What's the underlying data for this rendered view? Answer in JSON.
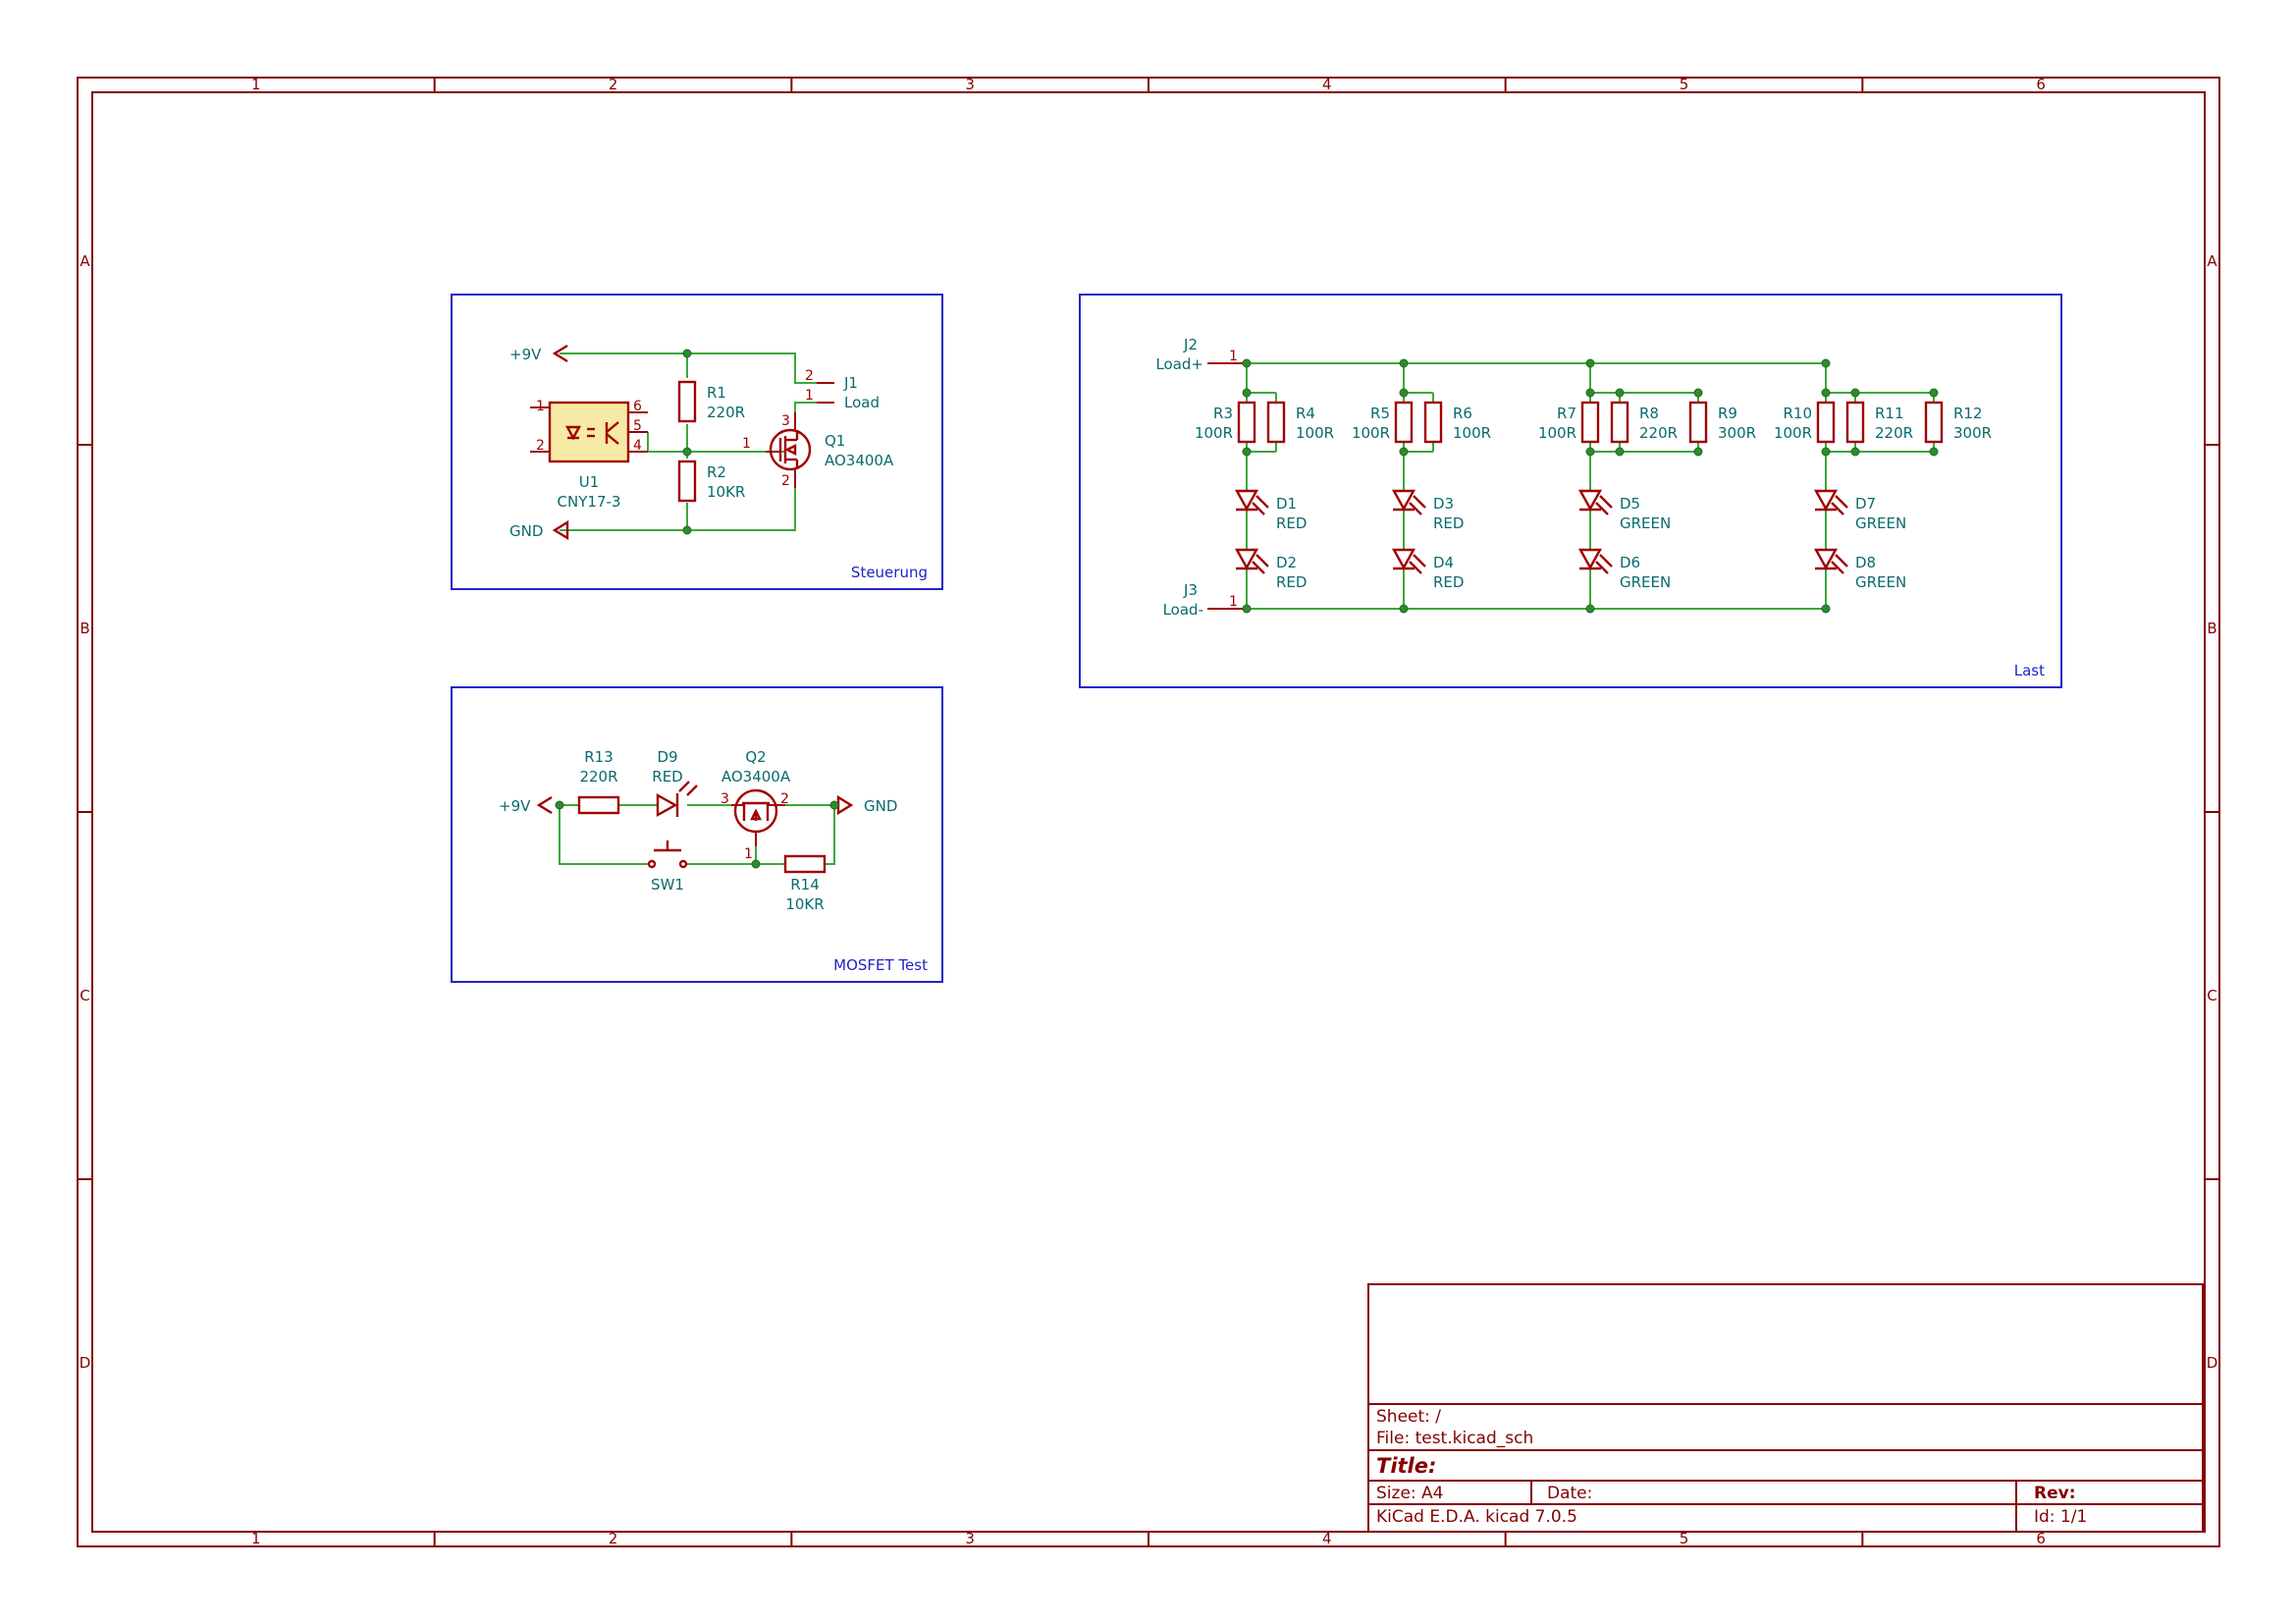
{
  "frame": {
    "columns": [
      "1",
      "2",
      "3",
      "4",
      "5",
      "6"
    ],
    "rows": [
      "A",
      "B",
      "C",
      "D"
    ]
  },
  "blocks": {
    "steuerung": "Steuerung",
    "last": "Last",
    "mosfet_test": "MOSFET Test"
  },
  "steuerung": {
    "pwr": "+9V",
    "gnd": "GND",
    "u1": {
      "ref": "U1",
      "value": "CNY17-3",
      "pins": [
        "1",
        "2",
        "6",
        "5",
        "4"
      ]
    },
    "r1": {
      "ref": "R1",
      "value": "220R"
    },
    "r2": {
      "ref": "R2",
      "value": "10KR"
    },
    "q1": {
      "ref": "Q1",
      "value": "AO3400A",
      "pins": [
        "1",
        "3",
        "2"
      ]
    },
    "j1": {
      "ref": "J1",
      "value": "Load",
      "pins": [
        "2",
        "1"
      ]
    }
  },
  "last": {
    "j2": {
      "ref": "J2",
      "value": "Load+",
      "pin": "1"
    },
    "j3": {
      "ref": "J3",
      "value": "Load-",
      "pin": "1"
    },
    "r3": {
      "ref": "R3",
      "value": "100R"
    },
    "r4": {
      "ref": "R4",
      "value": "100R"
    },
    "r5": {
      "ref": "R5",
      "value": "100R"
    },
    "r6": {
      "ref": "R6",
      "value": "100R"
    },
    "r7": {
      "ref": "R7",
      "value": "100R"
    },
    "r8": {
      "ref": "R8",
      "value": "220R"
    },
    "r9": {
      "ref": "R9",
      "value": "300R"
    },
    "r10": {
      "ref": "R10",
      "value": "100R"
    },
    "r11": {
      "ref": "R11",
      "value": "220R"
    },
    "r12": {
      "ref": "R12",
      "value": "300R"
    },
    "d1": {
      "ref": "D1",
      "value": "RED"
    },
    "d2": {
      "ref": "D2",
      "value": "RED"
    },
    "d3": {
      "ref": "D3",
      "value": "RED"
    },
    "d4": {
      "ref": "D4",
      "value": "RED"
    },
    "d5": {
      "ref": "D5",
      "value": "GREEN"
    },
    "d6": {
      "ref": "D6",
      "value": "GREEN"
    },
    "d7": {
      "ref": "D7",
      "value": "GREEN"
    },
    "d8": {
      "ref": "D8",
      "value": "GREEN"
    }
  },
  "mosfet": {
    "pwr": "+9V",
    "gnd": "GND",
    "r13": {
      "ref": "R13",
      "value": "220R"
    },
    "d9": {
      "ref": "D9",
      "value": "RED"
    },
    "q2": {
      "ref": "Q2",
      "value": "AO3400A",
      "pins": [
        "3",
        "2",
        "1"
      ]
    },
    "sw1": {
      "ref": "SW1"
    },
    "r14": {
      "ref": "R14",
      "value": "10KR"
    }
  },
  "title_block": {
    "sheet": "Sheet: /",
    "file": "File: test.kicad_sch",
    "title": "Title:",
    "size": "Size: A4",
    "date": "Date:",
    "rev": "Rev:",
    "tool": "KiCad E.D.A.  kicad 7.0.5",
    "id": "Id: 1/1"
  },
  "colors": {
    "frame": "#840000",
    "wire": "#3ca83c",
    "symbol": "#a00000",
    "symbol_fill": "#f7e9a6",
    "text": "#0a6b6b",
    "block_border": "#2323c8"
  }
}
